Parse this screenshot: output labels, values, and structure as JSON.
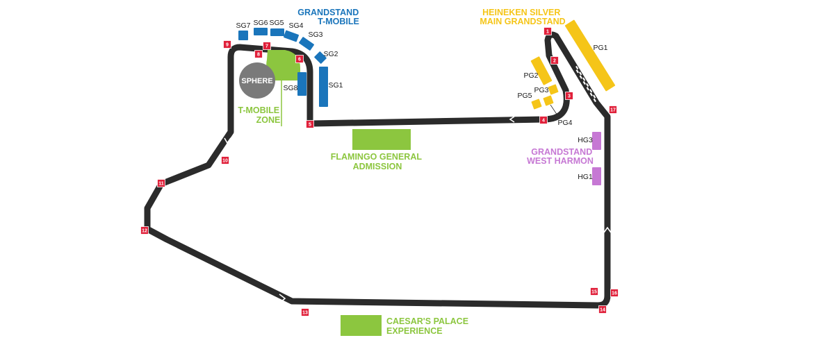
{
  "colors": {
    "track": "#2b2b2b",
    "blue": "#1a75bb",
    "yellow": "#f5c518",
    "green": "#8cc63f",
    "purple": "#c678d4",
    "turn_marker": "#e0203a",
    "sphere": "#7a7a7a"
  },
  "zones": {
    "tmobile_grandstand": [
      "GRANDSTAND",
      "T-MOBILE"
    ],
    "heineken": [
      "HEINEKEN SILVER",
      "MAIN GRANDSTAND"
    ],
    "west_harmon": [
      "GRANDSTAND",
      "WEST HARMON"
    ],
    "flamingo": [
      "FLAMINGO GENERAL",
      "ADMISSION"
    ],
    "caesars": [
      "CAESAR'S PALACE",
      "EXPERIENCE"
    ],
    "tmobile_zone": [
      "T-MOBILE",
      "ZONE"
    ],
    "sphere": "SPHERE"
  },
  "stands": {
    "sg1": "SG1",
    "sg2": "SG2",
    "sg3": "SG3",
    "sg4": "SG4",
    "sg5": "SG5",
    "sg6": "SG6",
    "sg7": "SG7",
    "sg8": "SG8",
    "pg1": "PG1",
    "pg2": "PG2",
    "pg3": "PG3",
    "pg4": "PG4",
    "pg5": "PG5",
    "hg1": "HG1",
    "hg3": "HG3"
  },
  "turns": [
    "1",
    "2",
    "3",
    "4",
    "5",
    "6",
    "7",
    "8",
    "9",
    "10",
    "11",
    "12",
    "13",
    "14",
    "15",
    "16",
    "17"
  ]
}
